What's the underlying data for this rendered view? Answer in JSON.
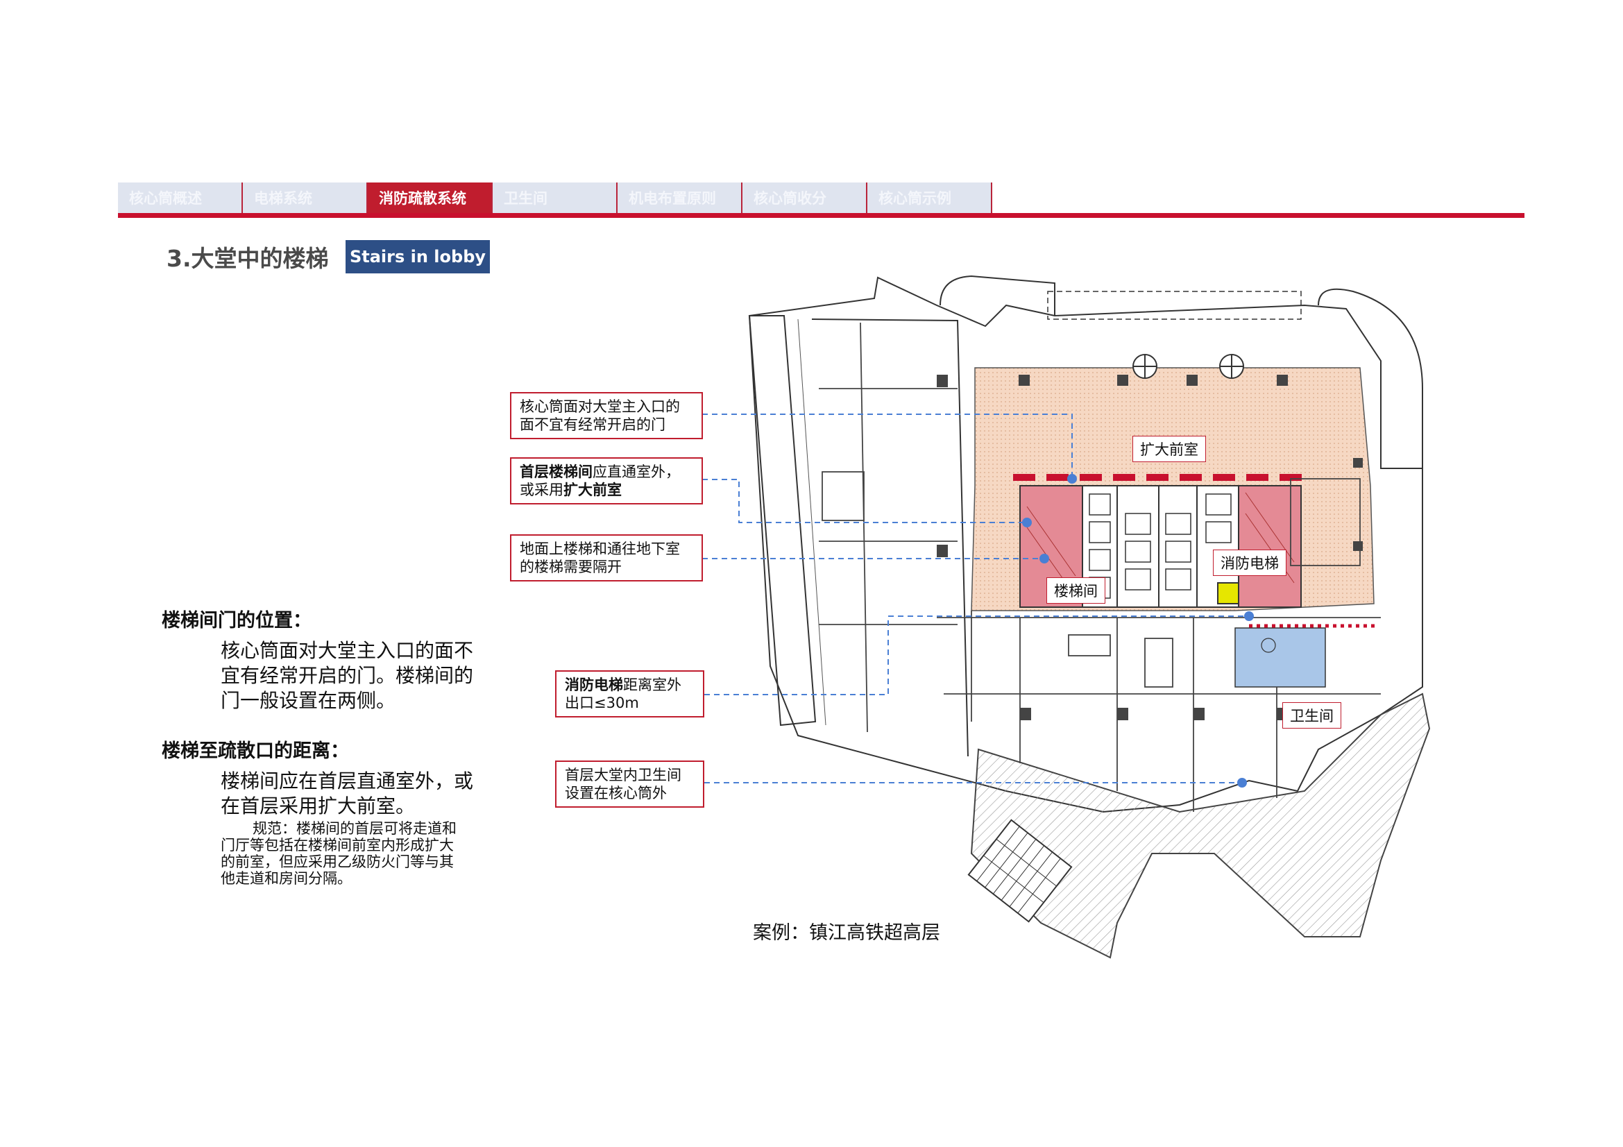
{
  "nav": {
    "tabs": [
      {
        "label": "核心筒概述",
        "active": false
      },
      {
        "label": "电梯系统",
        "active": false
      },
      {
        "label": "消防疏散系统",
        "active": true
      },
      {
        "label": "卫生间",
        "active": false
      },
      {
        "label": "机电布置原则",
        "active": false
      },
      {
        "label": "核心筒收分",
        "active": false
      },
      {
        "label": "核心筒示例",
        "active": false
      }
    ]
  },
  "section": {
    "title": "3.大堂中的楼梯",
    "badge": "Stairs in lobby"
  },
  "left": {
    "h1": "楼梯间门的位置：",
    "p1": [
      "核心筒面对大堂主入口的面不",
      "宜有经常开启的门。楼梯间的",
      "门一般设置在两侧。"
    ],
    "h2": "楼梯至疏散口的距离：",
    "p2": [
      "楼梯间应在首层直通室外，或",
      "在首层采用扩大前室。"
    ],
    "note": [
      "规范：楼梯间的首层可将走道和",
      "门厅等包括在楼梯间前室内形成扩大",
      "的前室，但应采用乙级防火门等与其",
      "他走道和房间分隔。"
    ]
  },
  "callouts": {
    "c1": [
      "核心筒面对大堂主入口的",
      "面不宜有经常开启的门"
    ],
    "c2": {
      "b1": "首层楼梯间",
      "t1": "应直通室外，",
      "t2": "或采用",
      "b2": "扩大前室"
    },
    "c3": [
      "地面上楼梯和通往地下室",
      "的楼梯需要隔开"
    ],
    "c4": {
      "b1": "消防电梯",
      "t1": "距离室外",
      "t2": "出口≤30m"
    },
    "c5": [
      "首层大堂内卫生间",
      "设置在核心筒外"
    ]
  },
  "plan_labels": {
    "vestibule": "扩大前室",
    "stair": "楼梯间",
    "fire_elevator": "消防电梯",
    "restroom": "卫生间"
  },
  "caption": "案例：镇江高铁超高层",
  "colors": {
    "brand_red": "#c8102e",
    "badge_blue": "#2d4f86",
    "callout_blue": "#4a7fd4",
    "vestibule_fill": "#f6d8c3",
    "stair_fill": "#e48a95",
    "restroom_fill": "#a9c6e8",
    "fire_elevator_fill": "#e6e600"
  }
}
